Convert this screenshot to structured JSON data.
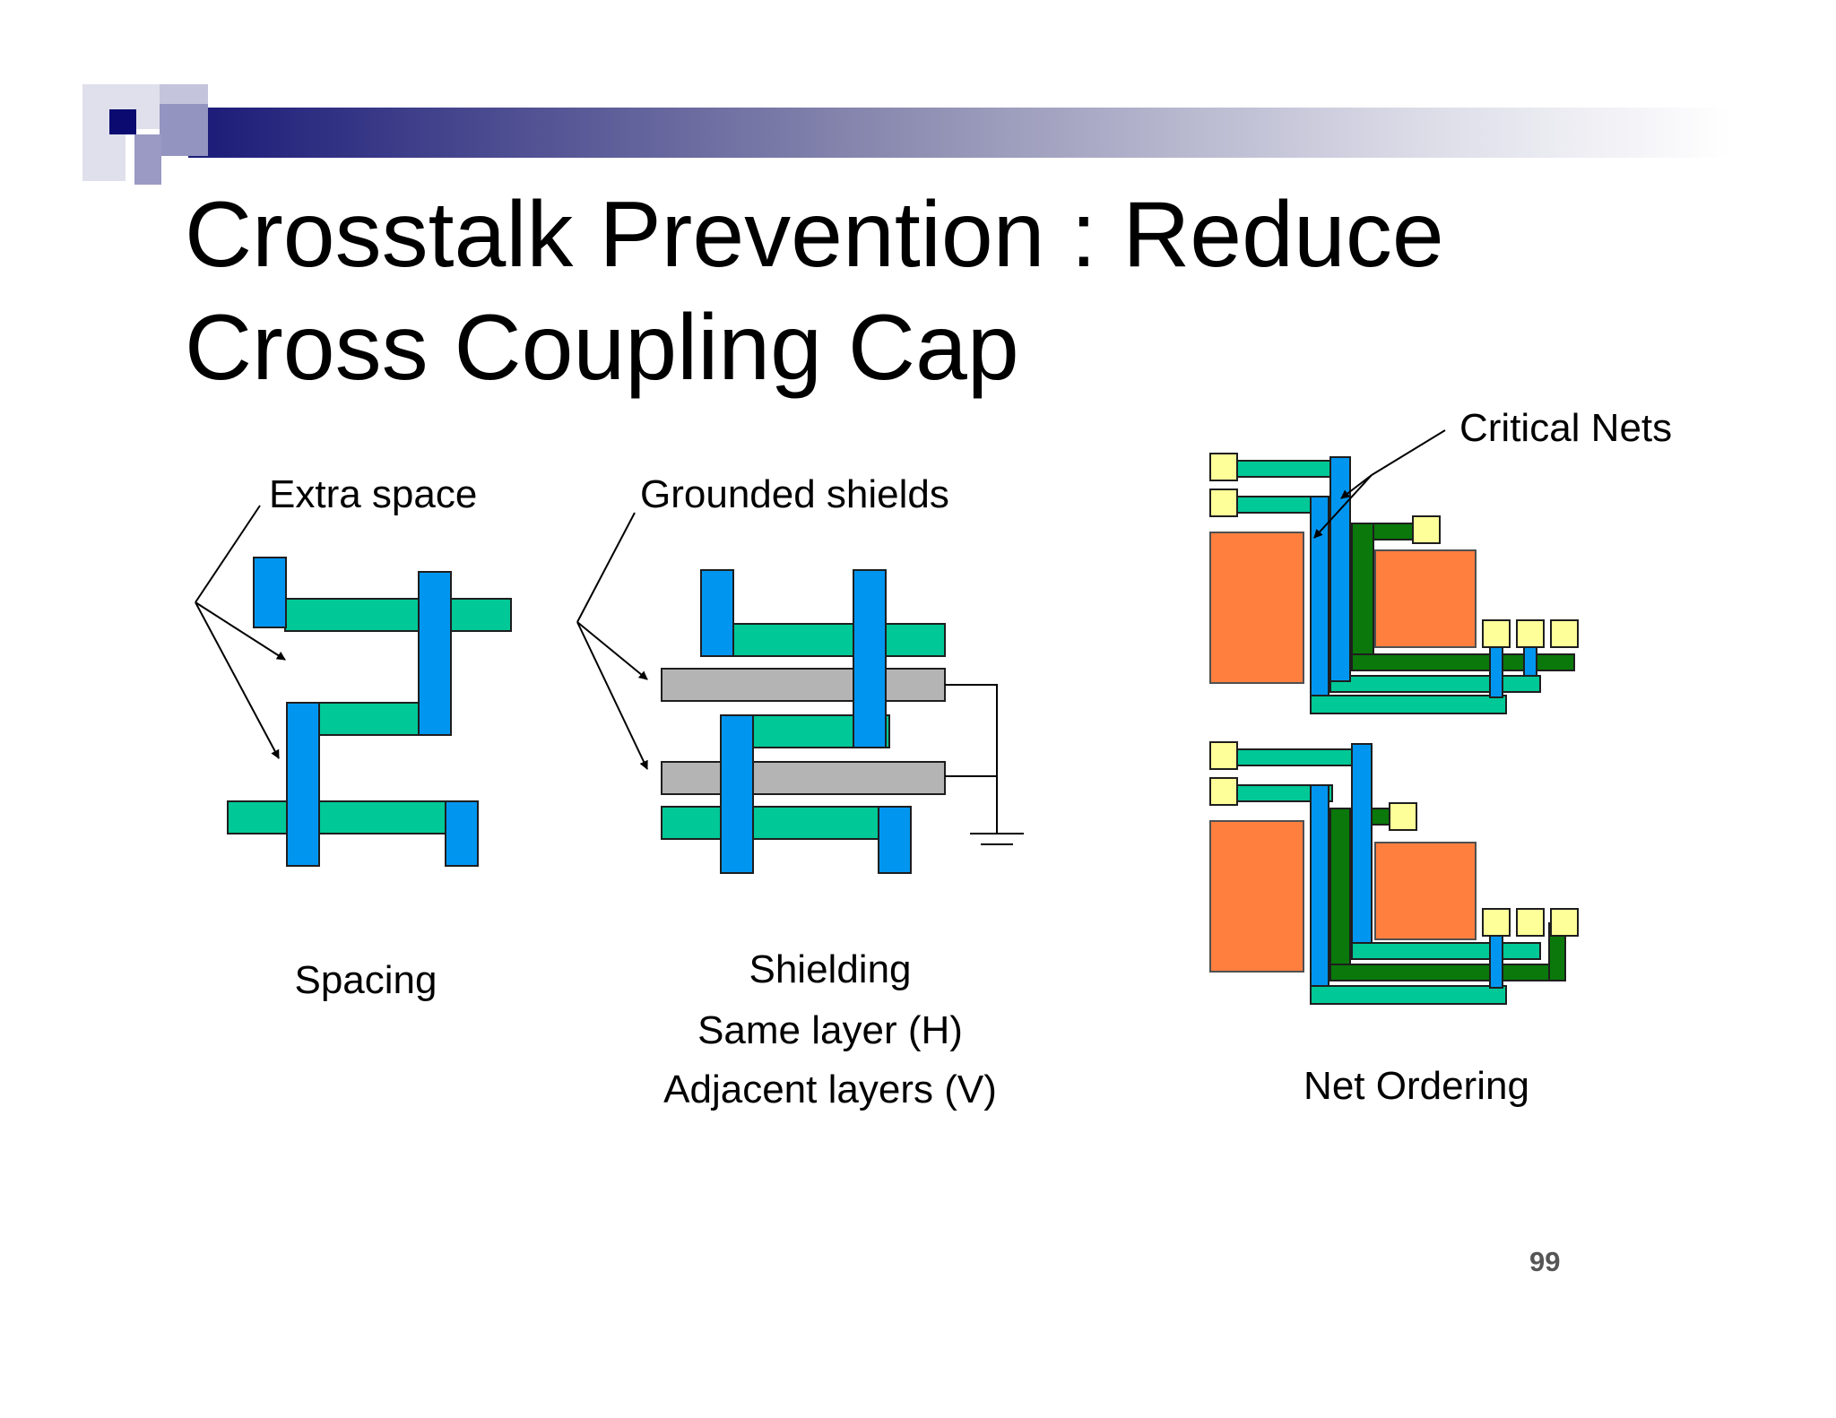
{
  "slide": {
    "title_lines": [
      "Crosstalk Prevention : Reduce",
      "Cross Coupling Cap"
    ],
    "page_number": "99"
  },
  "spacing": {
    "label": "Extra space",
    "caption": "Spacing"
  },
  "shielding": {
    "label": "Grounded shields",
    "caption_lines": [
      "Shielding",
      "Same layer (H)",
      "Adjacent layers (V)"
    ]
  },
  "net_ordering": {
    "label": "Critical Nets",
    "caption": "Net Ordering"
  },
  "colors": {
    "horizontal_wire": "#00C896",
    "vertical_wire": "#0096F0",
    "shield": "#B4B4B4",
    "block": "#FF7F3F",
    "pin": "#FFFF99",
    "dark_wire": "#0A780A",
    "banner_dark": "#1A1A78"
  }
}
